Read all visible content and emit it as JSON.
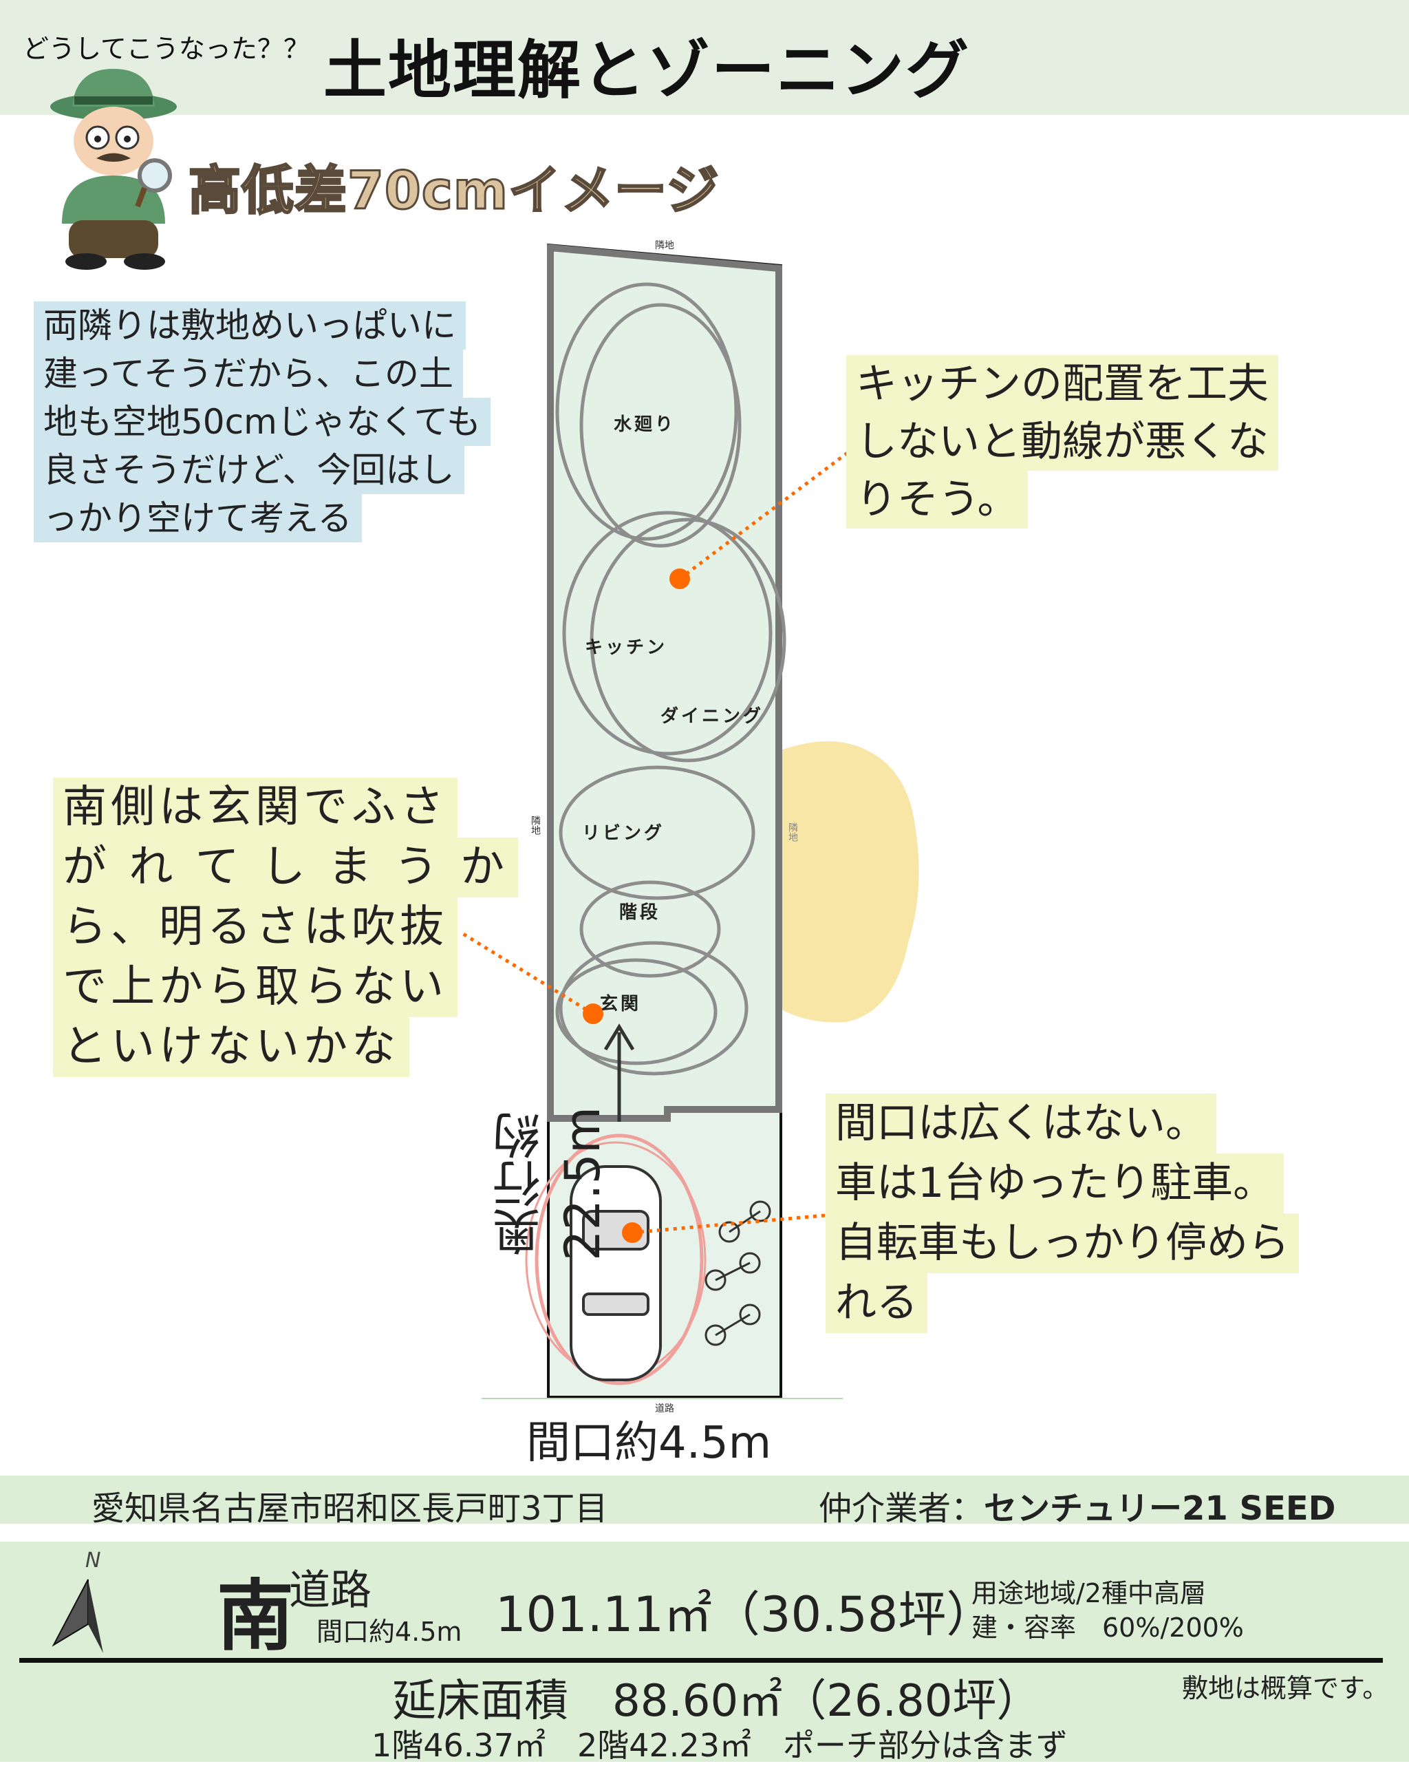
{
  "header": {
    "subtitle": "どうしてこうなった？？",
    "title": "土地理解とゾーニング"
  },
  "section_title": "高低差70cmイメージ",
  "notes": {
    "neighbors": [
      "両隣りは敷地めいっぱいに",
      "建ってそうだから、この土",
      "地も空地50cmじゃなくても",
      "良さそうだけど、今回はし",
      "っかり空けて考える"
    ],
    "kitchen": [
      "キッチンの配置を工夫",
      "しないと動線が悪くな",
      "りそう。"
    ],
    "south": [
      "南側は玄関でふさ",
      "が れ て し ま う か",
      "ら、明るさは吹抜",
      "で上から取らない",
      "といけないかな"
    ],
    "frontage": [
      "間口は広くはない。",
      "車は1台ゆったり駐車。",
      "自転車もしっかり停めら",
      "れる"
    ]
  },
  "plan": {
    "rooms": {
      "water": "水廻り",
      "kitchen": "キッチン",
      "dining": "ダイニング",
      "living": "リビング",
      "stairs": "階段",
      "entrance": "玄関"
    },
    "neighbor_top": "隣地",
    "neighbor_left": "隣地",
    "neighbor_right": "隣地",
    "road": "道路",
    "depth_label": "奥行約22.5m",
    "width_label": "間口約4.5m"
  },
  "info_band": {
    "address": "愛知県名古屋市昭和区長戸町3丁目",
    "broker_label": "仲介業者：",
    "broker_name": "センチュリー21 SEED"
  },
  "summary": {
    "compass": "N",
    "direction": "南",
    "road": "道路",
    "frontage": "間口約4.5m",
    "site_area": "101.11㎡（30.58坪）",
    "zoning": "用途地域/2種中高層",
    "coverage": "建・容率　60%/200%",
    "floor_area": "延床面積　88.60㎡（26.80坪）",
    "floors": "1階46.37㎡　2階42.23㎡　ポーチ部分は含まず",
    "disclaimer": "敷地は概算です。"
  },
  "colors": {
    "header": "#e4efe2",
    "note_blue": "#cfe6ee",
    "note_yellow": "#f3f6c9",
    "accent_dot": "#ff6a00",
    "panel": "#dcefd6"
  }
}
